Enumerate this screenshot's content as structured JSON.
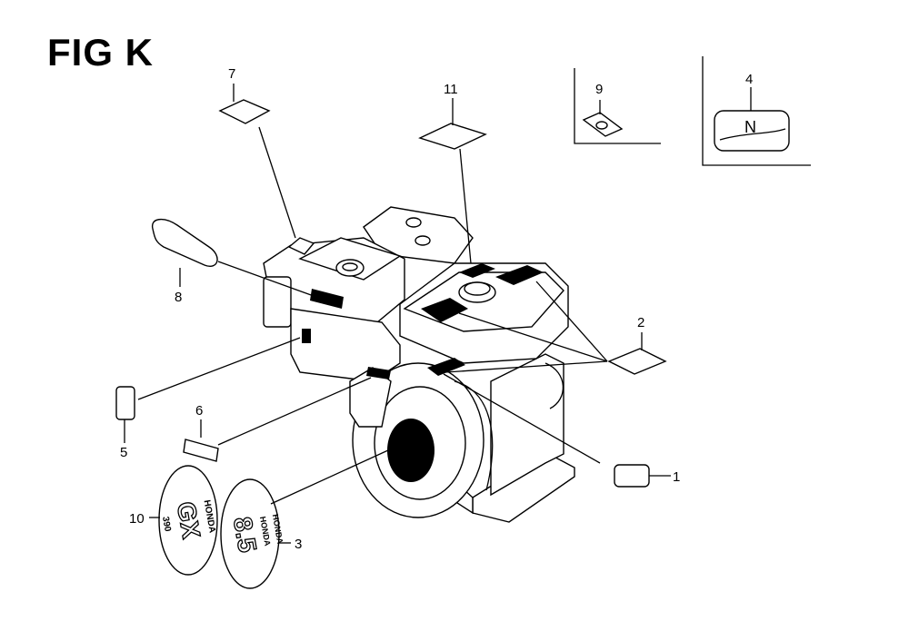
{
  "figure": {
    "title": "FIG K",
    "callouts": [
      "1",
      "2",
      "3",
      "4",
      "5",
      "6",
      "7",
      "8",
      "9",
      "10",
      "11"
    ],
    "emblem_10": {
      "top": "HONDA",
      "model": "GX",
      "sub": "390"
    },
    "emblem_3": {
      "top": "HONDA",
      "line2": "HONDA",
      "big": "8.5"
    },
    "label_4_text": "N"
  }
}
